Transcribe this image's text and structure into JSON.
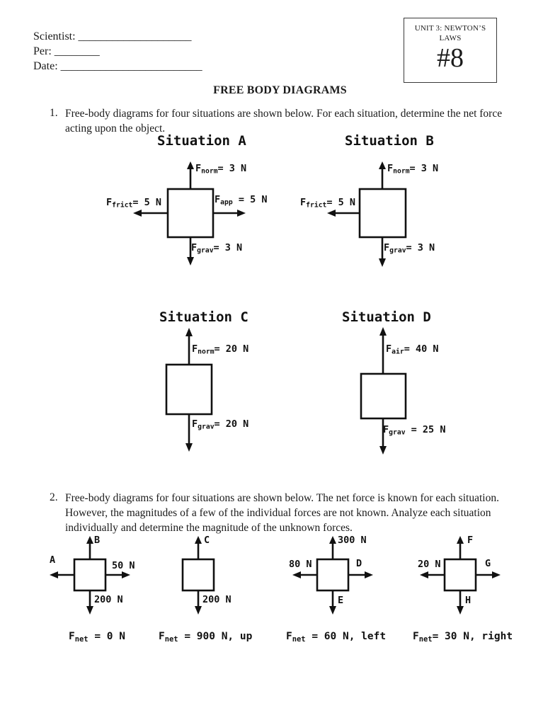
{
  "header": {
    "scientist": "Scientist: ____________________",
    "per": "Per: ________",
    "date": "Date: _________________________",
    "unit_line1": "UNIT 3: NEWTON’S",
    "unit_line2": "LAWS",
    "unit_number": "#8"
  },
  "title": "FREE BODY DIAGRAMS",
  "q1_number": "1.",
  "q1_text": "Free-body diagrams for four situations are shown below. For each situation, determine the net force acting upon the object.",
  "q2_number": "2.",
  "q2_text": "Free-body diagrams for four situations are shown below. The net force is known for each situation. However, the magnitudes of a few of the individual forces are not known. Analyze each situation individually and determine the magnitude of the unknown forces.",
  "sitA": {
    "title": "Situation A",
    "up_f": "F",
    "up_sub": "norm",
    "up_val": "= 3 N",
    "left_f": "F",
    "left_sub": "frict",
    "left_val": "= 5 N",
    "right_f": "F",
    "right_sub": "app",
    "right_val": " = 5 N",
    "down_f": "F",
    "down_sub": "grav",
    "down_val": "= 3 N"
  },
  "sitB": {
    "title": "Situation B",
    "up_f": "F",
    "up_sub": "norm",
    "up_val": "= 3 N",
    "left_f": "F",
    "left_sub": "frict",
    "left_val": "= 5 N",
    "down_f": "F",
    "down_sub": "grav",
    "down_val": "= 3 N"
  },
  "sitC": {
    "title": "Situation C",
    "up_f": "F",
    "up_sub": "norm",
    "up_val": "= 20 N",
    "down_f": "F",
    "down_sub": "grav",
    "down_val": "= 20 N"
  },
  "sitD": {
    "title": "Situation D",
    "up_f": "F",
    "up_sub": "air",
    "up_val": "= 40 N",
    "down_f": "F",
    "down_sub": "grav",
    "down_val": " = 25 N"
  },
  "p1": {
    "up": "B",
    "left": "A",
    "right": "50 N",
    "down": "200 N",
    "fnet_f": "F",
    "fnet_sub": "net",
    "fnet_val": " = 0 N"
  },
  "p2": {
    "up": "C",
    "down": "200 N",
    "fnet_f": "F",
    "fnet_sub": "net",
    "fnet_val": " = 900 N, up"
  },
  "p3": {
    "up": "300 N",
    "left": "80 N",
    "right": "D",
    "down": "E",
    "fnet_f": "F",
    "fnet_sub": "net",
    "fnet_val": " = 60 N, left"
  },
  "p4": {
    "up": "F",
    "left": "20 N",
    "right": "G",
    "down": "H",
    "fnet_f": "F",
    "fnet_sub": "net",
    "fnet_val": "= 30 N, right"
  }
}
